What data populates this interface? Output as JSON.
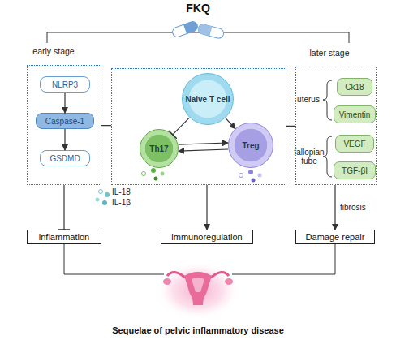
{
  "diagram": {
    "title": "FKQ",
    "caption": "Sequelae of pelvic inflammatory disease",
    "nodes": [
      {
        "text": [
          "early stage"
        ]
      },
      {
        "text": [
          "NLRP3"
        ],
        "in": 0
      },
      {
        "text": [
          "Caspase-1"
        ],
        "in": 0
      },
      {
        "text": [
          "GSDMD"
        ],
        "in": 0
      },
      {
        "text": []
      },
      {
        "text": [
          "Naive T cell"
        ],
        "in": 4
      },
      {
        "text": [
          "Th17"
        ],
        "in": 4
      },
      {
        "text": [
          "Treg"
        ],
        "in": 4
      },
      {
        "text": [
          "later stage"
        ]
      },
      {
        "text": [
          "Ck18"
        ],
        "in": 8
      },
      {
        "text": [
          "Vimentin"
        ],
        "in": 8
      },
      {
        "text": [
          "VEGF"
        ],
        "in": 8
      },
      {
        "text": [
          "TGF-βI"
        ],
        "in": 8
      },
      {
        "text": [
          "inflammation"
        ]
      },
      {
        "text": [
          "immunoregulation"
        ]
      },
      {
        "text": [
          "Damage repair"
        ]
      }
    ],
    "edges": [
      {
        "from": 1,
        "to": 2,
        "arrow": "to"
      },
      {
        "from": 2,
        "to": 3,
        "arrow": "to"
      },
      {
        "from": 0,
        "to": 4,
        "arrow": "none"
      },
      {
        "from": 4,
        "to": 8,
        "arrow": "none"
      },
      {
        "from": 5,
        "to": 6,
        "arrow": "to"
      },
      {
        "from": 5,
        "to": 7,
        "arrow": "to"
      },
      {
        "from": 6,
        "to": 7,
        "arrow": "to"
      },
      {
        "from": 7,
        "to": 6,
        "arrow": "to"
      },
      {
        "from": 0,
        "to": 13,
        "arrow": "to"
      },
      {
        "from": 4,
        "to": 14,
        "arrow": "to"
      },
      {
        "from": 8,
        "to": 15,
        "label": "fibrosis",
        "arrow": "to"
      }
    ],
    "labels": [
      "uterus",
      "fallopian tube",
      "IL-18",
      "IL-1β"
    ]
  }
}
